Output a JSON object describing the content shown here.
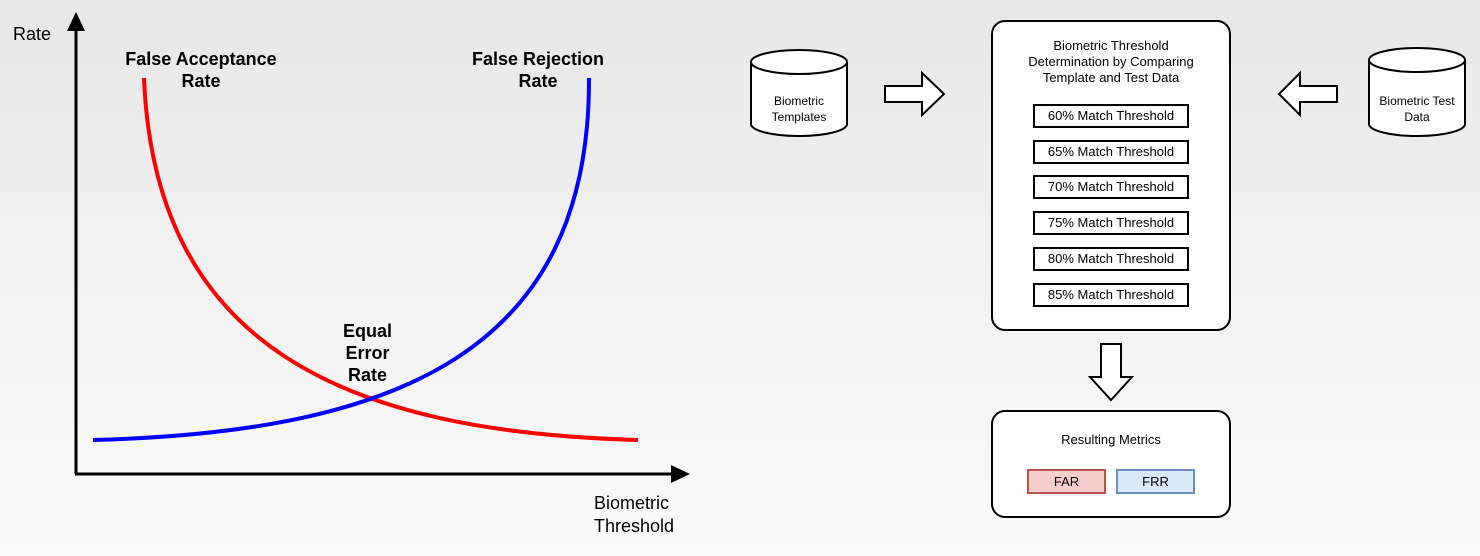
{
  "graph": {
    "y_axis_label": "Rate",
    "x_axis_label_line1": "Biometric",
    "x_axis_label_line2": "Threshold",
    "far_label_line1": "False Acceptance",
    "far_label_line2": "Rate",
    "frr_label_line1": "False Rejection",
    "frr_label_line2": "Rate",
    "eer_label_line1": "Equal",
    "eer_label_line2": "Error",
    "eer_label_line3": "Rate",
    "far_color": "#ff0000",
    "frr_color": "#0000ff"
  },
  "flow": {
    "templates_line1": "Biometric",
    "templates_line2": "Templates",
    "test_data_line1": "Biometric Test",
    "test_data_line2": "Data",
    "main_title_line1": "Biometric Threshold",
    "main_title_line2": "Determination by Comparing",
    "main_title_line3": "Template and Test Data",
    "thresholds": [
      "60% Match Threshold",
      "65% Match Threshold",
      "70% Match Threshold",
      "75% Match Threshold",
      "80% Match Threshold",
      "85% Match Threshold"
    ],
    "results_title": "Resulting Metrics",
    "far_metric": "FAR",
    "frr_metric": "FRR",
    "far_fill": "#f8cecc",
    "far_border": "#b85450",
    "frr_fill": "#dae8fc",
    "frr_border": "#6c8ebf"
  }
}
